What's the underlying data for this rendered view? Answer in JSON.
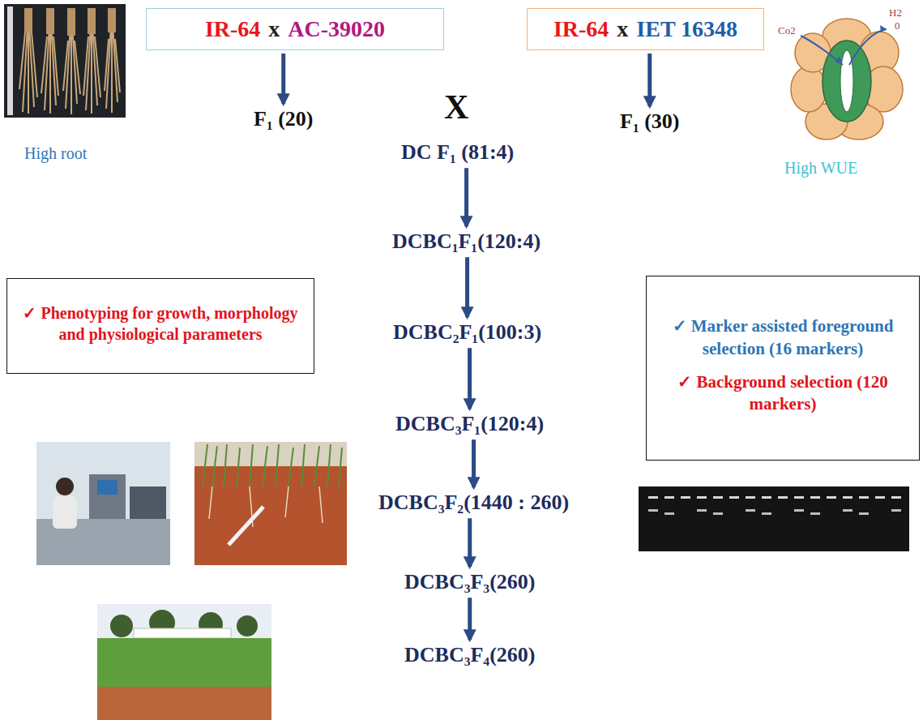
{
  "diagram": {
    "nodes": [
      {
        "text": [
          "IR-64",
          "x",
          "AC-39020"
        ]
      },
      {
        "text": [
          "IR-64",
          "x",
          "IET 16348"
        ]
      },
      {
        "text": [
          "F₁ (20)"
        ]
      },
      {
        "text": [
          "F₁ (30)"
        ]
      },
      {
        "text": [
          "DC F₁ (81:4)"
        ]
      },
      {
        "text": [
          "DCBC₁F₁(120:4)"
        ]
      },
      {
        "text": [
          "DCBC₂F₁(100:3)"
        ]
      },
      {
        "text": [
          "DCBC₃F₁(120:4)"
        ]
      },
      {
        "text": [
          "DCBC₃F₂(1440 : 260)"
        ]
      },
      {
        "text": [
          "DCBC₃F₃(260)"
        ]
      },
      {
        "text": [
          "DCBC₃F₄(260)"
        ]
      },
      {
        "text": [
          "✓",
          "Phenotyping for growth, morphology and physiological parameters"
        ]
      },
      {
        "text": [
          "✓",
          "Marker assisted foreground selection (16 markers)",
          "✓",
          "Background selection (120 markers)"
        ]
      }
    ],
    "edges": [
      {
        "from": 0,
        "to": 2,
        "arrow": "to"
      },
      {
        "from": 1,
        "to": 3,
        "arrow": "to"
      },
      {
        "from": 4,
        "to": 5,
        "arrow": "to"
      },
      {
        "from": 5,
        "to": 6,
        "arrow": "to"
      },
      {
        "from": 6,
        "to": 7,
        "arrow": "to"
      },
      {
        "from": 7,
        "to": 8,
        "arrow": "to"
      },
      {
        "from": 8,
        "to": 9,
        "arrow": "to"
      },
      {
        "from": 9,
        "to": 10,
        "arrow": "to"
      }
    ],
    "labels": [
      "X",
      "High root",
      "High WUE",
      "Co2",
      "H2",
      "0"
    ]
  }
}
